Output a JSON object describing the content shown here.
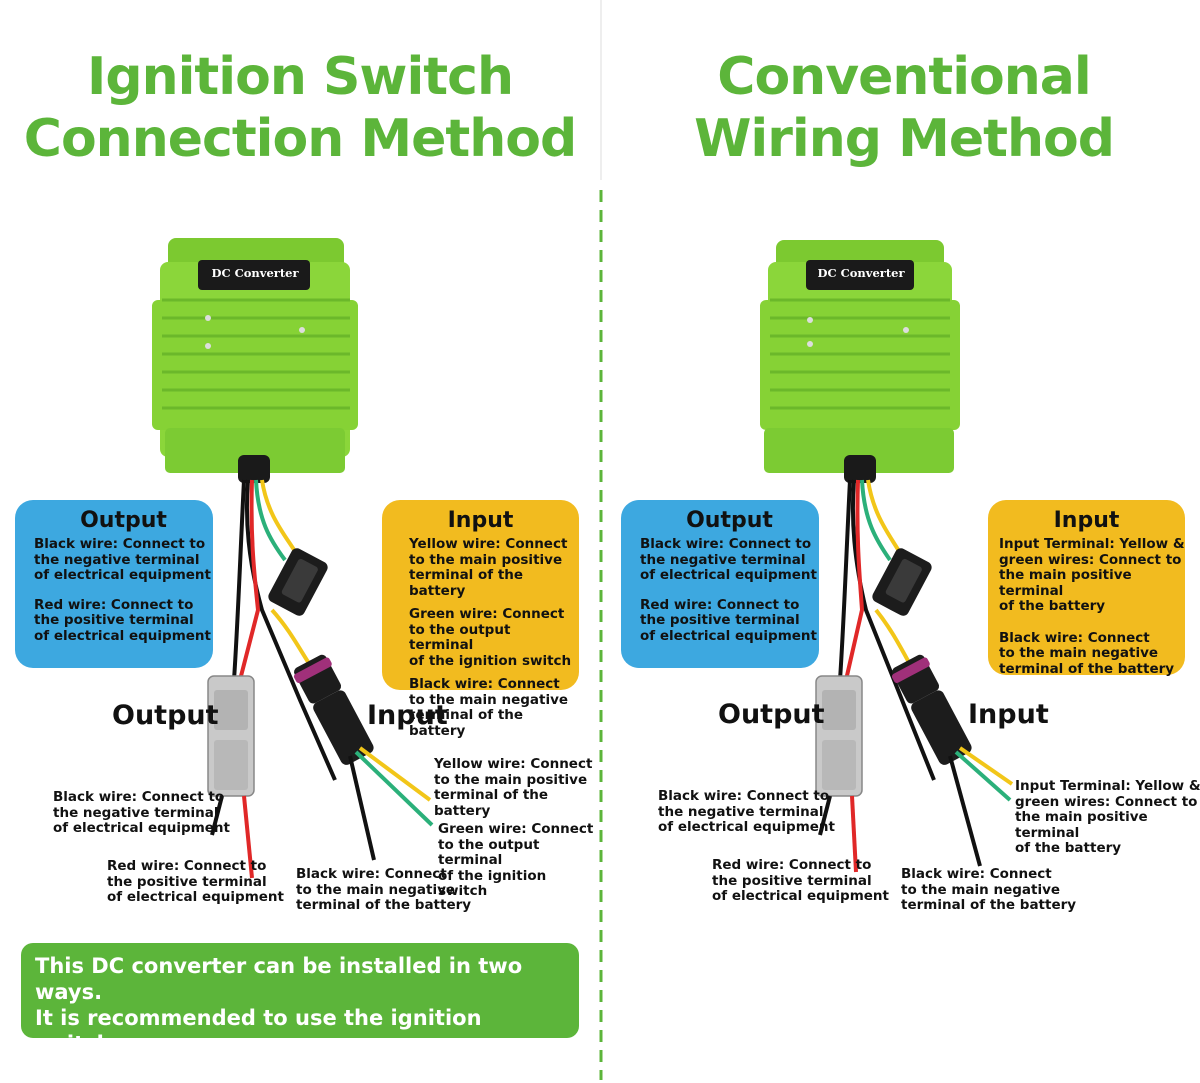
{
  "left": {
    "title_line1": "Ignition Switch",
    "title_line2": "Connection Method",
    "device_label": "DC Converter",
    "output_box": {
      "title": "Output",
      "item1": "Black wire: Connect to\nthe negative terminal\nof electrical equipment",
      "item2": "Red wire: Connect to\nthe positive terminal\nof electrical equipment"
    },
    "input_box": {
      "title": "Input",
      "item1": "Yellow wire: Connect\nto the main positive\nterminal of the battery",
      "item2": "Green wire: Connect\nto the output terminal\nof the ignition switch",
      "item3": "Black wire: Connect\nto the main negative\nterminal of the battery"
    },
    "output_label": "Output",
    "input_label": "Input",
    "notes": {
      "black_out": "Black wire: Connect to\nthe negative terminal\nof electrical equipment",
      "red_out": "Red wire: Connect to\nthe positive terminal\nof electrical equipment",
      "black_in": "Black wire: Connect\nto the main negative\nterminal of the battery",
      "yellow_in": "Yellow wire: Connect\nto the main positive\nterminal of the battery",
      "green_in": "Green wire: Connect\nto the output terminal\nof the ignition switch"
    },
    "recommendation": "This DC converter can be installed in two ways.\nIt is recommended to use the ignition switch\nconnection method."
  },
  "right": {
    "title_line1": "Conventional",
    "title_line2": "Wiring Method",
    "device_label": "DC Converter",
    "output_box": {
      "title": "Output",
      "item1": "Black wire: Connect to\nthe negative terminal\nof electrical equipment",
      "item2": "Red wire: Connect to\nthe positive terminal\nof electrical equipment"
    },
    "input_box": {
      "title": "Input",
      "item1": "Input Terminal: Yellow &\ngreen wires: Connect to\nthe main positive terminal\nof the battery",
      "item2": "Black wire: Connect\nto the main negative\nterminal of the battery"
    },
    "output_label": "Output",
    "input_label": "Input",
    "notes": {
      "black_out": "Black wire: Connect to\nthe negative terminal\nof electrical equipment",
      "red_out": "Red wire: Connect to\nthe positive terminal\nof electrical equipment",
      "black_in": "Black wire: Connect\nto the main negative\nterminal of the battery",
      "input_terminal": "Input Terminal: Yellow &\ngreen wires: Connect to\nthe main positive terminal\nof the battery"
    }
  },
  "colors": {
    "title_green": "#5cb53a",
    "device_green": "#8bd63a",
    "output_blue": "#3da8e0",
    "input_yellow": "#f2bb1f",
    "wire_black": "#111111",
    "wire_red": "#e02828",
    "wire_yellow": "#f2c619",
    "wire_green": "#2bb07a",
    "connector_gray": "#c9c9c9"
  },
  "icons": [
    "dc-converter-device",
    "inline-fuse-holder",
    "output-connector",
    "input-connector"
  ]
}
